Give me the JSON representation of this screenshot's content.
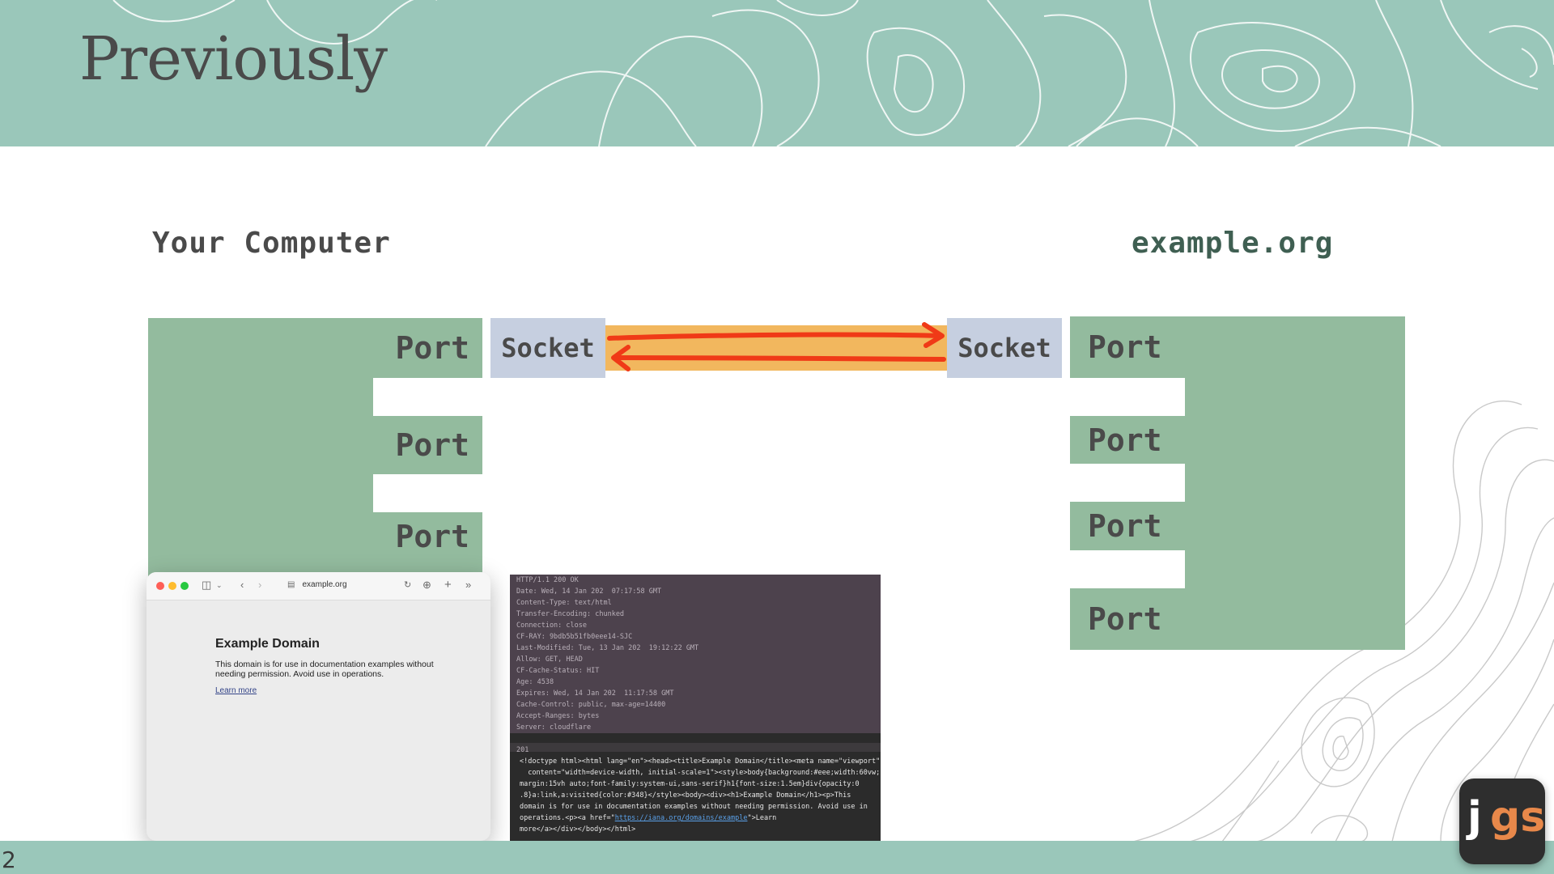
{
  "slide": {
    "title": "Previously",
    "page_number": "2"
  },
  "labels": {
    "left": "Your Computer",
    "right": "example.org"
  },
  "ports": {
    "left": [
      "Port",
      "Port",
      "Port"
    ],
    "right": [
      "Port",
      "Port",
      "Port",
      "Port"
    ]
  },
  "sockets": {
    "left": "Socket",
    "right": "Socket"
  },
  "browser": {
    "url": "example.org",
    "heading": "Example Domain",
    "text": "This domain is for use in documentation examples without needing permission. Avoid use in operations.",
    "link": "Learn more"
  },
  "terminal": {
    "headers": [
      "HTTP/1.1 200 OK",
      "Date: Wed, 14 Jan 202  07:17:58 GMT",
      "Content-Type: text/html",
      "Transfer-Encoding: chunked",
      "Connection: close",
      "CF-RAY: 9bdb5b51fb0eee14-SJC",
      "Last-Modified: Tue, 13 Jan 202  19:12:22 GMT",
      "Allow: GET, HEAD",
      "CF-Cache-Status: HIT",
      "Age: 4538",
      "Expires: Wed, 14 Jan 202  11:17:58 GMT",
      "Cache-Control: public, max-age=14400",
      "Accept-Ranges: bytes",
      "Server: cloudflare"
    ],
    "chunk_size": "201",
    "body_lines": [
      "<!doctype html><html lang=\"en\"><head><title>Example Domain</title><meta name=\"viewport\"",
      "  content=\"width=device-width, initial-scale=1\"><style>body{background:#eee;width:60vw;",
      "margin:15vh auto;font-family:system-ui,sans-serif}h1{font-size:1.5em}div{opacity:0",
      ".8}a:link,a:visited{color:#348}</style><body><div><h1>Example Domain</h1><p>This",
      "domain is for use in documentation examples without needing permission. Avoid use in"
    ],
    "body_line6_pre": "operations.<p><a href=\"",
    "body_line6_link": "https://iana.org/domains/example",
    "body_line6_post": "\">Learn",
    "body_line7": "more</a></div></body></html>"
  },
  "logo": {
    "letters_dark": "j",
    "letters_accent": "gs"
  },
  "colors": {
    "header_bg": "#9ac7ba",
    "block_green": "#93bb9e",
    "socket": "#c6cfe0",
    "pipe": "#f2b75e",
    "arrow": "#f03a17",
    "logo_accent": "#e8884a"
  }
}
